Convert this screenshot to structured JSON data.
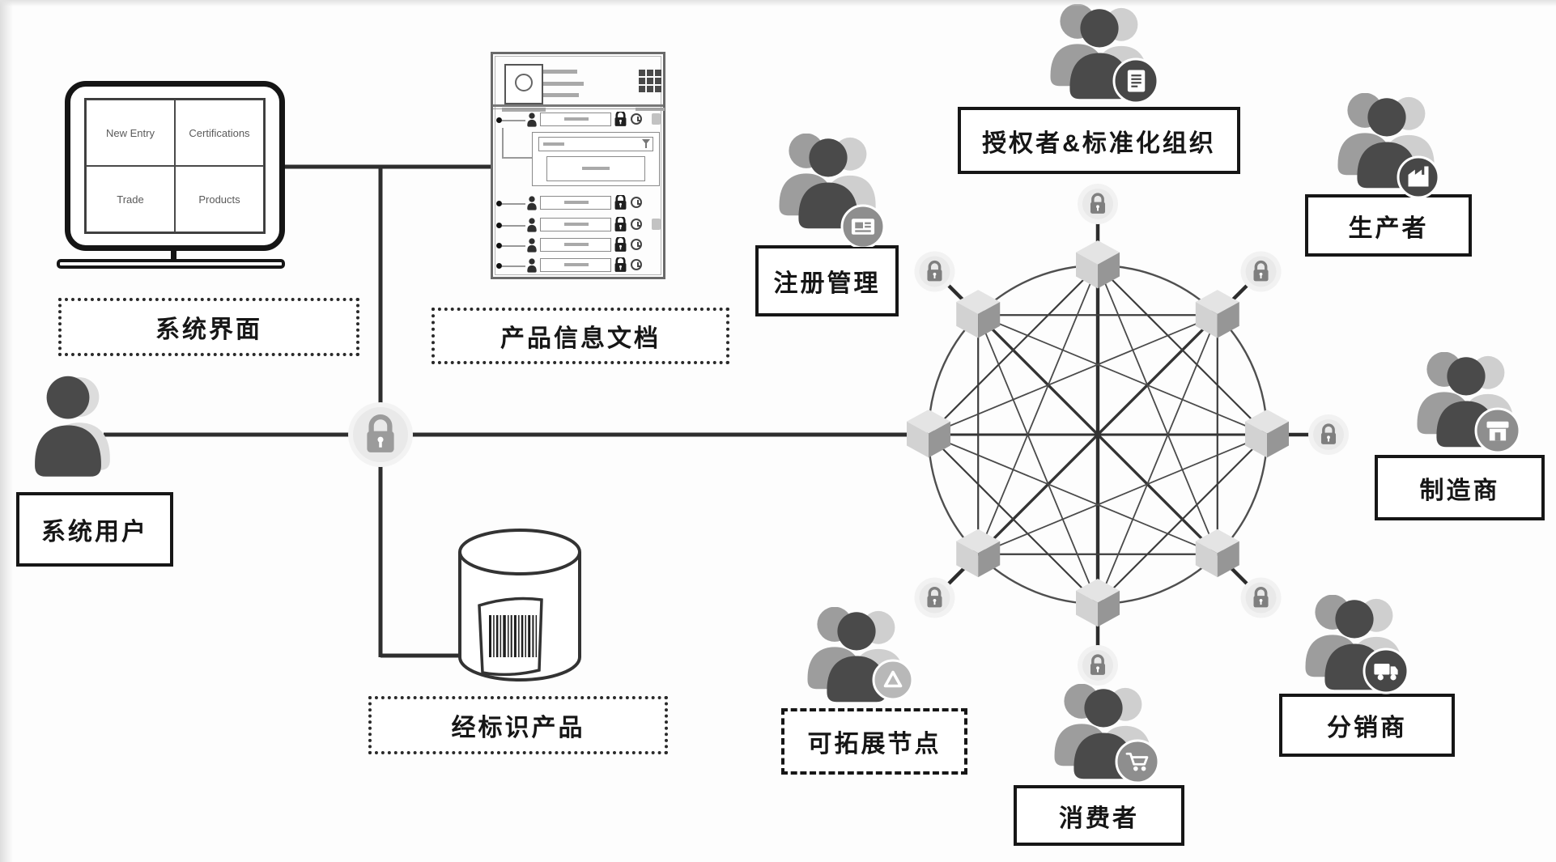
{
  "monitor": {
    "quadrants": [
      "New Entry",
      "Certifications",
      "Trade",
      "Products"
    ]
  },
  "labels": {
    "system_interface": "系统界面",
    "product_info_document": "产品信息文档",
    "identified_product": "经标识产品",
    "system_user": "系统用户"
  },
  "roles": [
    {
      "id": "registration",
      "label": "注册管理",
      "badge_icon": "registration-card-icon",
      "badge_tone": "medium",
      "box_style": "solid"
    },
    {
      "id": "authorizer",
      "label": "授权者&标准化组织",
      "badge_icon": "certificate-document-icon",
      "badge_tone": "dark",
      "box_style": "solid"
    },
    {
      "id": "producer",
      "label": "生产者",
      "badge_icon": "factory-icon",
      "badge_tone": "dark",
      "box_style": "solid"
    },
    {
      "id": "manufacturer",
      "label": "制造商",
      "badge_icon": "store-icon",
      "badge_tone": "medium",
      "box_style": "solid"
    },
    {
      "id": "distributor",
      "label": "分销商",
      "badge_icon": "truck-icon",
      "badge_tone": "dark",
      "box_style": "solid"
    },
    {
      "id": "consumer",
      "label": "消费者",
      "badge_icon": "shopping-cart-icon",
      "badge_tone": "medium",
      "box_style": "solid"
    },
    {
      "id": "extension",
      "label": "可拓展节点",
      "badge_icon": "triangle-icon",
      "badge_tone": "light",
      "box_style": "dashed"
    }
  ],
  "network": {
    "node_count": 8,
    "node_icon": "cube-icon",
    "spoke_icon": "lock-icon",
    "hub_icon": "lock-icon",
    "topology": "fully-connected ring of blockchain nodes"
  },
  "colors": {
    "person_dark": "#4a4a4a",
    "person_medium": "#9d9d9d",
    "person_pale": "#cfcfcf",
    "line": "#2e2e2e",
    "badge_dark": "#474747",
    "badge_medium": "#8e8e8e",
    "badge_light": "#b8b8b8",
    "lock_badge_bg": "#e9e9e9",
    "lock_glyph": "#7f7f7f",
    "cube_top": "#e4e4e4",
    "cube_left": "#d2d2d2",
    "cube_right": "#969696"
  }
}
